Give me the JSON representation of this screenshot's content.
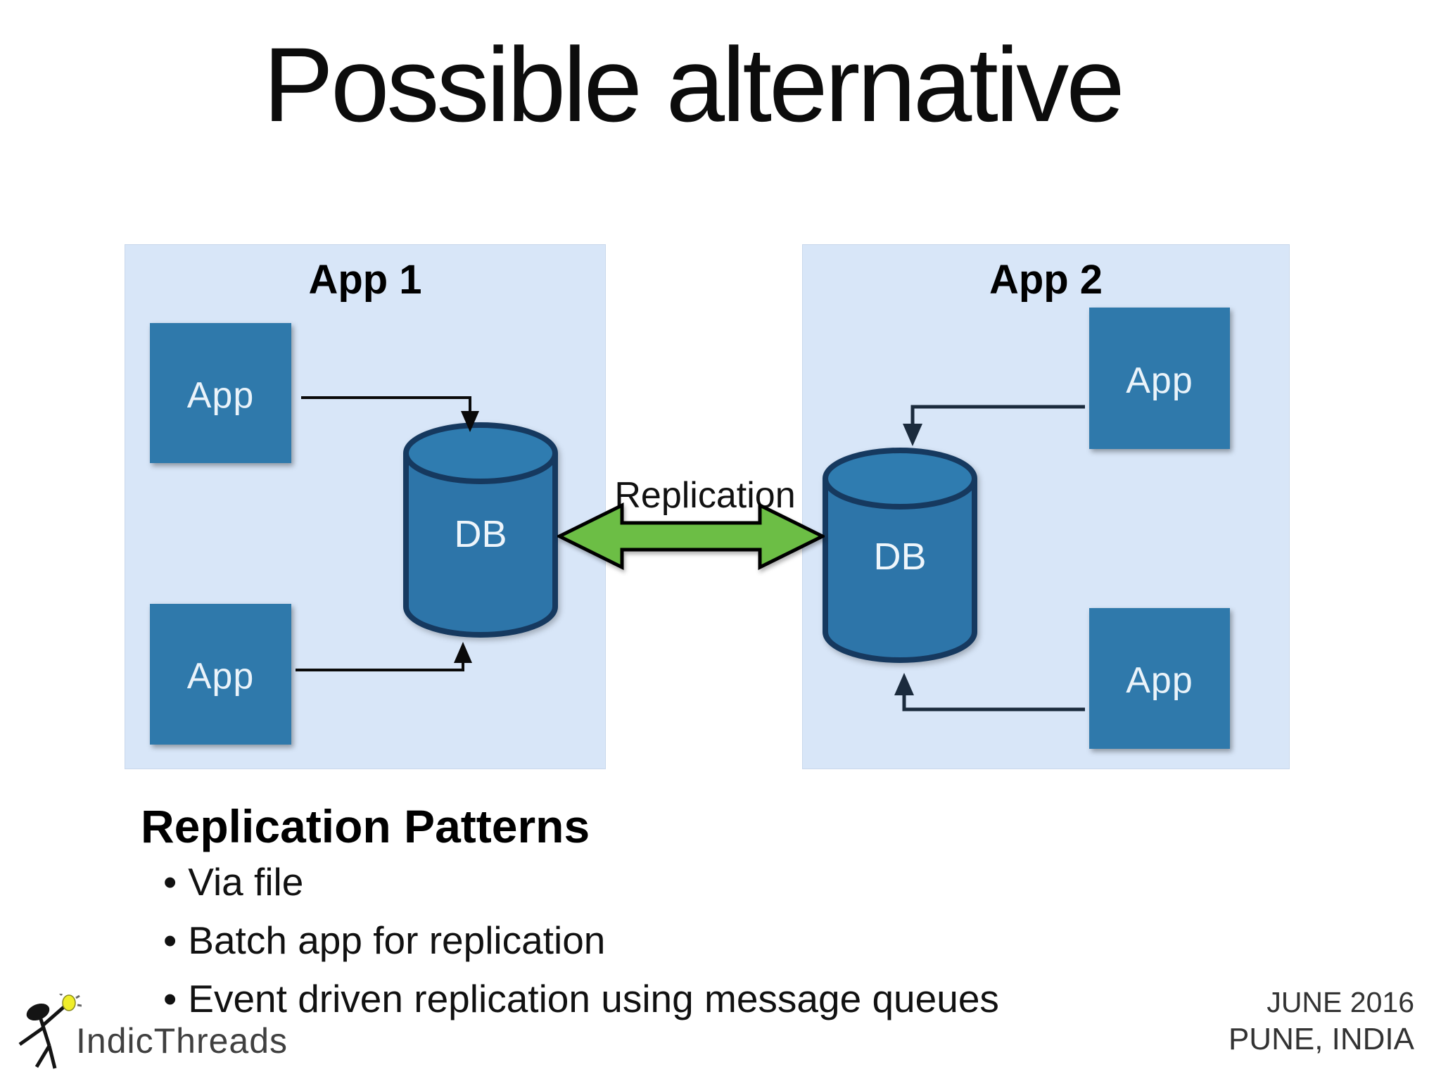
{
  "title": "Possible alternative",
  "diagram": {
    "replication_label": "Replication",
    "panels": {
      "left": {
        "title": "App 1",
        "app_top": "App",
        "app_bottom": "App",
        "db": "DB"
      },
      "right": {
        "title": "App 2",
        "app_top": "App",
        "app_bottom": "App",
        "db": "DB"
      }
    }
  },
  "notes": {
    "heading": "Replication Patterns",
    "bullets": [
      "Via file",
      "Batch app for replication",
      "Event driven replication using message queues"
    ]
  },
  "footer": {
    "brand": "IndicThreads",
    "date": "JUNE 2016",
    "location": "PUNE, INDIA"
  },
  "colors": {
    "panel_bg": "#d8e6f8",
    "app_box_blue": "#2f79ab",
    "cylinder_blue": "#2d75a9",
    "cylinder_stroke": "#16395f",
    "arrow_green": "#6cbe45",
    "connector_black": "#0a0a0a",
    "connector_navy": "#1b2b3d",
    "bulb_yellow": "#f0ee2a",
    "logo_gray": "#404040"
  }
}
